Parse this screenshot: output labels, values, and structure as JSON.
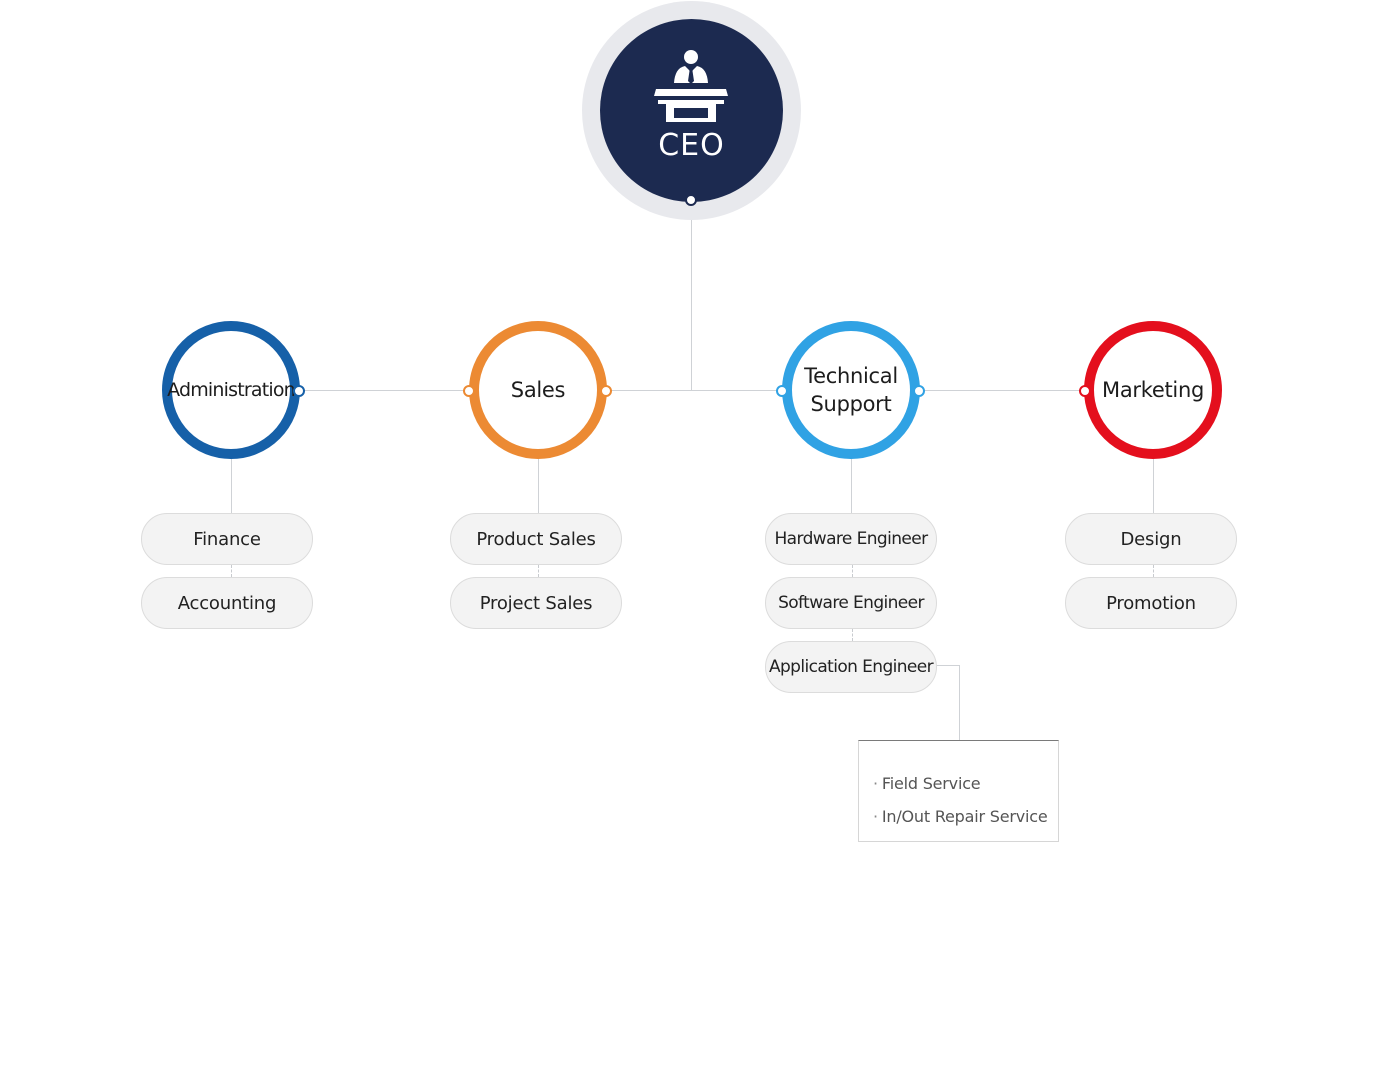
{
  "ceo": {
    "label": "CEO",
    "icon": "speaker-podium-icon",
    "color": "#1c2a50",
    "ring_color": "#e8e9ed"
  },
  "departments": [
    {
      "label": "Administration",
      "color": "#1660a8",
      "units": [
        "Finance",
        "Accounting"
      ]
    },
    {
      "label": "Sales",
      "color": "#ec8a33",
      "units": [
        "Product Sales",
        "Project Sales"
      ]
    },
    {
      "label": "Technical\nSupport",
      "color": "#30a2e4",
      "units": [
        "Hardware Engineer",
        "Software Engineer",
        "Application Engineer"
      ]
    },
    {
      "label": "Marketing",
      "color": "#e40f1d",
      "units": [
        "Design",
        "Promotion"
      ]
    }
  ],
  "application_engineer_services": [
    "Field Service",
    "In/Out Repair Service"
  ],
  "service_bullet": "·"
}
